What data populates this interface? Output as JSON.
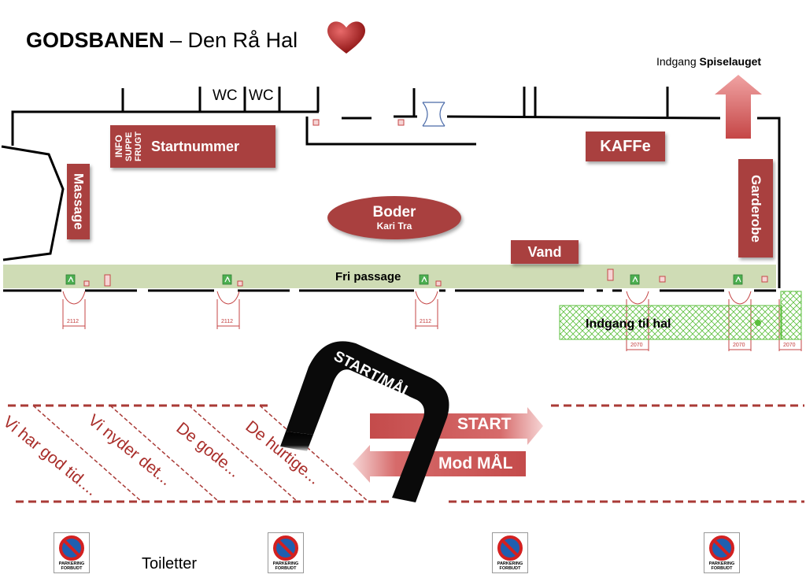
{
  "title": {
    "bold": "GODSBANEN",
    "rest": " – Den Rå Hal"
  },
  "entrance_top": {
    "prefix": "Indgang ",
    "bold": "Spiselauget"
  },
  "wc": [
    "WC",
    "WC"
  ],
  "labels": {
    "info": "INFO",
    "suppe": "SUPPE",
    "frugt": "FRUGT",
    "startnummer": "Startnummer",
    "massage": "Massage",
    "kaffe": "KAFFe",
    "garderobe": "Garderobe",
    "boder": "Boder",
    "boder_sub": "Kari Tra",
    "vand": "Vand",
    "fri_passage": "Fri passage",
    "indgang_hal": "Indgang til hal"
  },
  "dimensions": [
    "2112",
    "2112",
    "2112",
    "2070",
    "2070",
    "2070"
  ],
  "start_maal": "START/MÅL",
  "arrows": {
    "start": "START",
    "mod_maal": "Mod MÅL"
  },
  "lanes": [
    "Vi har god tid....",
    "Vi nyder det...",
    "De gode...",
    "De hurtige..."
  ],
  "parking": {
    "line1": "PARKERING",
    "line2": "FORBUDT",
    "count": 4
  },
  "toiletter": "Toiletter",
  "colors": {
    "label_bg": "#a9403f",
    "lane_text": "#a92e2a",
    "passage": "#cfdcb5",
    "hatch": "#5bbf3c"
  }
}
